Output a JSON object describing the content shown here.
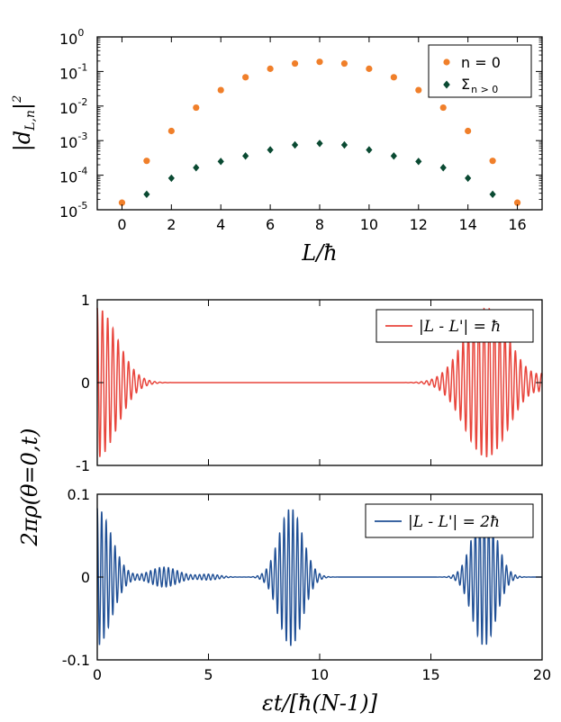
{
  "chart_data": [
    {
      "type": "scatter",
      "xlabel": "L/ħ",
      "ylabel": "|d_{L,n}|²",
      "xlim": [
        -1,
        17
      ],
      "ylim": [
        1e-05,
        1
      ],
      "yscale": "log",
      "x_ticks": [
        "0",
        "2",
        "4",
        "6",
        "8",
        "10",
        "12",
        "14",
        "16"
      ],
      "y_tick_base": "10",
      "y_tick_exponents": [
        "0",
        "-1",
        "-2",
        "-3",
        "-4",
        "-5"
      ],
      "legend_position": "top-right",
      "series": [
        {
          "name": "n = 0",
          "color": "#f07f2a",
          "marker": "circle",
          "x": [
            0,
            1,
            2,
            3,
            4,
            5,
            6,
            7,
            8,
            9,
            10,
            11,
            12,
            13,
            14,
            15,
            16
          ],
          "y": [
            1.6e-05,
            0.00026,
            0.0019,
            0.009,
            0.029,
            0.068,
            0.12,
            0.17,
            0.19,
            0.17,
            0.12,
            0.068,
            0.029,
            0.009,
            0.0019,
            0.00026,
            1.6e-05
          ]
        },
        {
          "name": "Σn > 0",
          "name_symbol": "Σ",
          "name_subscript": "n > 0",
          "color": "#0a4a32",
          "marker": "diamond",
          "x": [
            1,
            2,
            3,
            4,
            5,
            6,
            7,
            8,
            9,
            10,
            11,
            12,
            13,
            14,
            15
          ],
          "y": [
            2.8e-05,
            8.2e-05,
            0.000165,
            0.00025,
            0.00036,
            0.00054,
            0.00075,
            0.00083,
            0.00075,
            0.00054,
            0.00036,
            0.00025,
            0.000165,
            8.2e-05,
            2.8e-05
          ]
        }
      ]
    },
    {
      "type": "line",
      "xlim": [
        0,
        20
      ],
      "ylim": [
        -1,
        1
      ],
      "y_ticks": [
        "1",
        "0",
        "-1"
      ],
      "legend_position": "top-right",
      "series": [
        {
          "name": "|L - L'| = ħ",
          "color": "#e8453c",
          "carrier_period": 0.235,
          "revivals": [
            {
              "center": 0,
              "amplitude": 0.9,
              "width": 1.25
            },
            {
              "center": 17.5,
              "amplitude": 0.9,
              "width": 1.4
            },
            {
              "center": 22.2,
              "amplitude": 0.9,
              "width": 1.4
            }
          ]
        }
      ]
    },
    {
      "type": "line",
      "xlabel": "εt/[ħ(N-1)]",
      "ylabel": "2πρ(θ=0,t)",
      "xlim": [
        0,
        20
      ],
      "ylim": [
        -0.1,
        0.1
      ],
      "x_ticks": [
        "0",
        "5",
        "10",
        "15",
        "20"
      ],
      "y_ticks": [
        "0.1",
        "0",
        "-0.1"
      ],
      "legend_position": "top-right",
      "series": [
        {
          "name": "|L - L'| = 2ħ",
          "color": "#1f4f95",
          "carrier_period": 0.2,
          "revivals": [
            {
              "center": 0,
              "amplitude": 0.083,
              "width": 0.9
            },
            {
              "center": 3.0,
              "amplitude": 0.012,
              "width": 0.9
            },
            {
              "center": 5.0,
              "amplitude": 0.0035,
              "width": 0.7
            },
            {
              "center": 8.7,
              "amplitude": 0.083,
              "width": 0.75
            },
            {
              "center": 17.4,
              "amplitude": 0.083,
              "width": 0.75
            }
          ]
        }
      ]
    }
  ]
}
